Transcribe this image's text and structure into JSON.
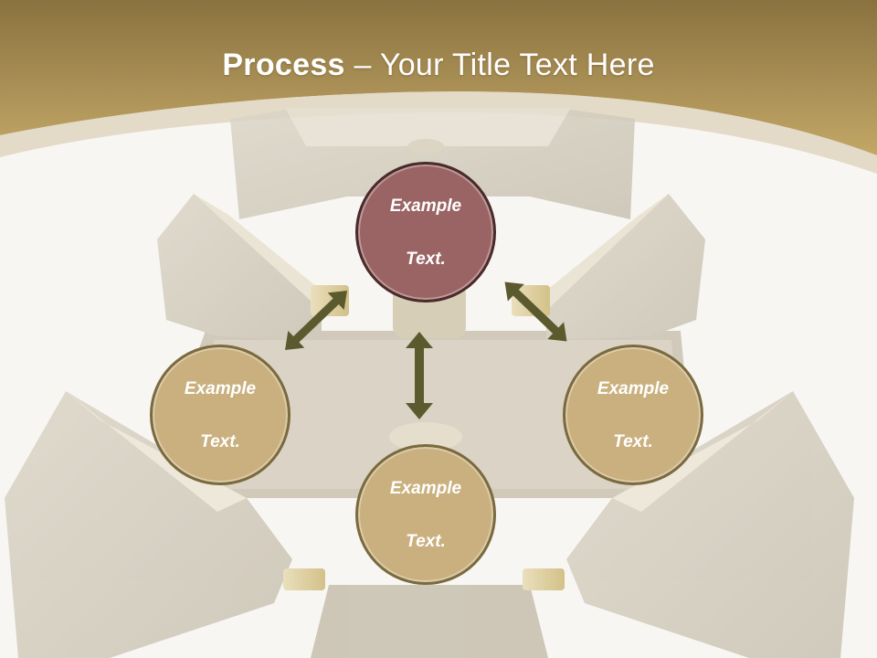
{
  "title": {
    "bold": "Process",
    "rest": " – Your Title Text Here"
  },
  "nodes": {
    "top": {
      "line1": "Example",
      "line2": "Text."
    },
    "left": {
      "line1": "Example",
      "line2": "Text."
    },
    "right": {
      "line1": "Example",
      "line2": "Text."
    },
    "bottom": {
      "line1": "Example",
      "line2": "Text."
    }
  },
  "colors": {
    "header": "#b39a5e",
    "node_accent": "#9a6464",
    "node": "#c9b07e",
    "arrow": "#5b5a2e"
  }
}
